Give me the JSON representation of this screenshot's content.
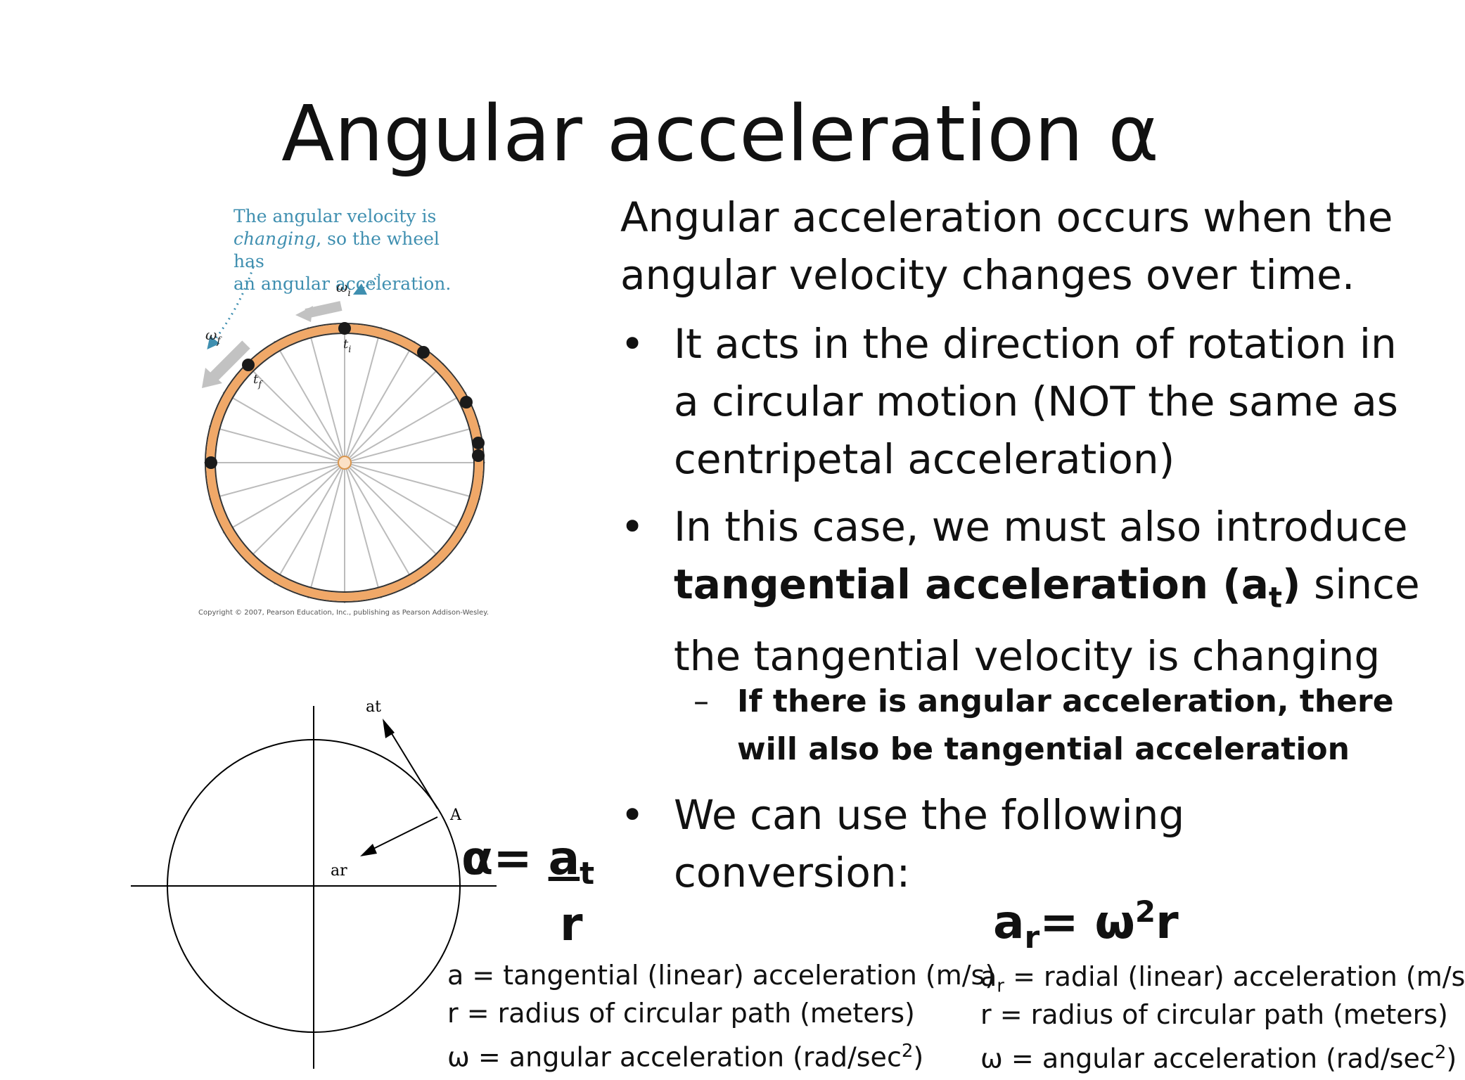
{
  "slide": {
    "title": "Angular acceleration α",
    "intro": "Angular acceleration occurs when the angular velocity changes over time.",
    "bullets": [
      {
        "text": "It acts in the direction of rotation in a circular motion (NOT the same as centripetal acceleration)"
      },
      {
        "text_pre": "In this case, we must also introduce ",
        "bold_main": "tangential acceleration (a",
        "bold_sub": "t",
        "bold_close": ")",
        "text_post": " since the tangential velocity is changing"
      },
      {
        "text": "We can use the following conversion:"
      }
    ],
    "sub_bullet": "If there is angular acceleration, there will also be tangential acceleration",
    "bullet_symbol": "•",
    "dash_symbol": "–"
  },
  "wheel_figure": {
    "caption": "The angular velocity is changing, so the wheel has an angular acceleration.",
    "caption_line1": "The angular velocity is",
    "caption_line2_italic": "changing",
    "caption_line2_rest": ", so the wheel has",
    "caption_line3": "an angular acceleration.",
    "label_omega_i": "ω",
    "label_omega_i_sub": "i",
    "label_omega_f": "ω",
    "label_omega_f_sub": "f",
    "label_t_i": "t",
    "label_t_i_sub": "i",
    "label_t_f": "t",
    "label_t_f_sub": "f",
    "copyright": "Copyright © 2007, Pearson Education, Inc., publishing as Pearson Addison-Wesley.",
    "rim_color": "#f0a868",
    "caption_color": "#3f8fb0"
  },
  "circle_diagram": {
    "label_at": "at",
    "label_a": "A",
    "label_ar": "ar"
  },
  "formula_left": {
    "lhs": "α= ",
    "numerator": "a",
    "numerator_sub": "t",
    "denominator": "r"
  },
  "formula_right": {
    "lhs": "a",
    "lhs_sub": "r",
    "rhs": "= ω",
    "rhs_sup": "2",
    "rhs_tail": "r"
  },
  "legend_left": {
    "line1": "a = tangential (linear) acceleration (m/s)",
    "line2": "r = radius of circular path (meters)",
    "line3_pre": "ω = angular acceleration (rad/sec",
    "line3_sup": "2",
    "line3_post": ")"
  },
  "legend_right": {
    "line1_a": "a",
    "line1_sub": "r",
    "line1_rest": " = radial (linear) acceleration (m/s",
    "line2": "r = radius of circular path (meters)",
    "line3_pre": "ω = angular acceleration (rad/sec",
    "line3_sup": "2",
    "line3_post": ")"
  }
}
